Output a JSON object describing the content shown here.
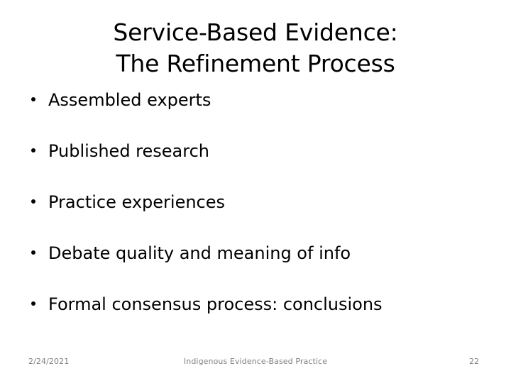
{
  "slide": {
    "background_color": "#ffffff",
    "text_color": "#000000",
    "footer_color": "#808080"
  },
  "title": {
    "line1": "Service-Based Evidence:",
    "line2": "The Refinement Process"
  },
  "bullets": [
    {
      "text": "Assembled experts"
    },
    {
      "text": "Published research"
    },
    {
      "text": "Practice experiences"
    },
    {
      "text": "Debate quality and meaning of info"
    },
    {
      "text": "Formal consensus process: conclusions"
    }
  ],
  "footer": {
    "date": "2/24/2021",
    "center": "Indigenous Evidence-Based Practice",
    "page_number": "22"
  }
}
